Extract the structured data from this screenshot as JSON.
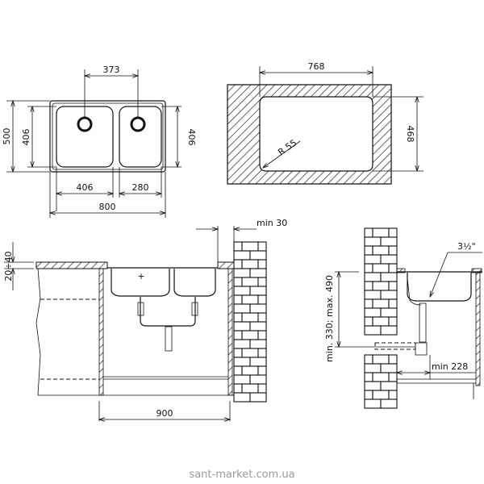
{
  "top_view": {
    "drain_spacing": "373",
    "overall_depth": "500",
    "left_bowl_depth": "406",
    "right_bowl_depth": "406",
    "left_bowl_width": "406",
    "right_bowl_width": "280",
    "overall_width": "800"
  },
  "cutout": {
    "width": "768",
    "depth": "468",
    "corner_radius": "R 55"
  },
  "front_view": {
    "clearance": "min 30",
    "counter_thickness": "20÷40",
    "cabinet_width": "900"
  },
  "side_view": {
    "drain_height": "min. 330; max. 490",
    "drain_size": "3½\"",
    "min_depth": "min 228"
  },
  "watermark": "sant-market.com.ua"
}
